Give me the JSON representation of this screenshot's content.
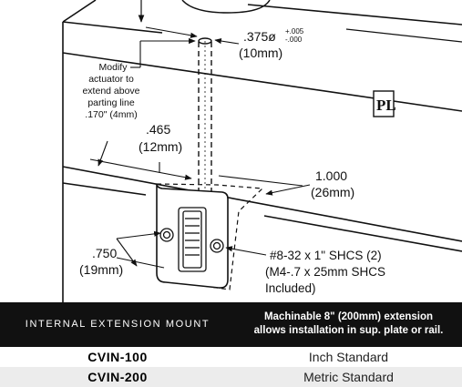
{
  "diagram": {
    "hole_dim": ".375ø",
    "hole_tol_plus": "+.005",
    "hole_tol_minus": "-.000",
    "hole_metric": "(10mm)",
    "note_lines": [
      "Modify",
      "actuator to",
      "extend above",
      "parting line",
      ".170\" (4mm)"
    ],
    "logo": "PL",
    "dim_465": ".465",
    "dim_465_metric": "(12mm)",
    "dim_1000": "1.000",
    "dim_1000_metric": "(26mm)",
    "dim_750": ".750",
    "dim_750_metric": "(19mm)",
    "screw_lines": [
      "#8-32 x 1\" SHCS (2)",
      "(M4-.7 x 25mm SHCS",
      "Included)"
    ]
  },
  "table": {
    "header_left": "INTERNAL EXTENSION MOUNT",
    "header_right_lines": [
      "Machinable 8\" (200mm) extension",
      "allows installation in sup. plate or rail."
    ],
    "rows": [
      {
        "model": "CVIN-100",
        "standard": "Inch Standard"
      },
      {
        "model": "CVIN-200",
        "standard": "Metric Standard"
      }
    ]
  }
}
